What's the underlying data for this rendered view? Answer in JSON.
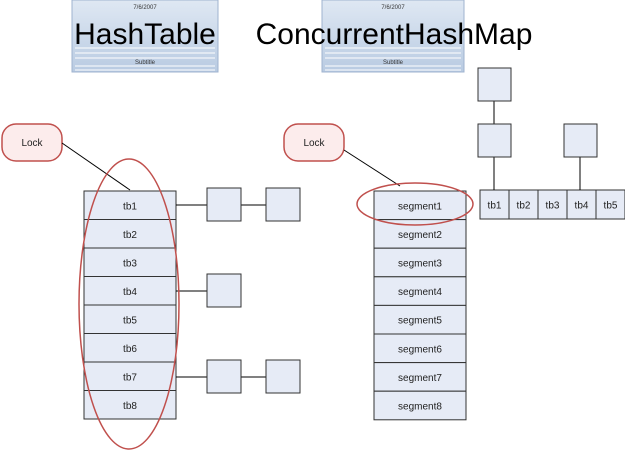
{
  "hashtable": {
    "title": "HashTable",
    "slide_date": "7/6/2007",
    "slide_subtitle": "Subtitle",
    "lock_label": "Lock",
    "buckets": [
      "tb1",
      "tb2",
      "tb3",
      "tb4",
      "tb5",
      "tb6",
      "tb7",
      "tb8"
    ]
  },
  "concurrenthashmap": {
    "title": "ConcurrentHashMap",
    "slide_date": "7/6/2007",
    "slide_subtitle": "Subtitle",
    "lock_label": "Lock",
    "segments": [
      "segment1",
      "segment2",
      "segment3",
      "segment4",
      "segment5",
      "segment6",
      "segment7",
      "segment8"
    ],
    "segment_buckets": [
      "tb1",
      "tb2",
      "tb3",
      "tb4",
      "tb5"
    ]
  },
  "colors": {
    "box_fill": "#e6ebf6",
    "lock_outline": "#c0504d",
    "lock_fill": "#fcecec",
    "slide_thumb_fill": "#c5d4e8"
  }
}
